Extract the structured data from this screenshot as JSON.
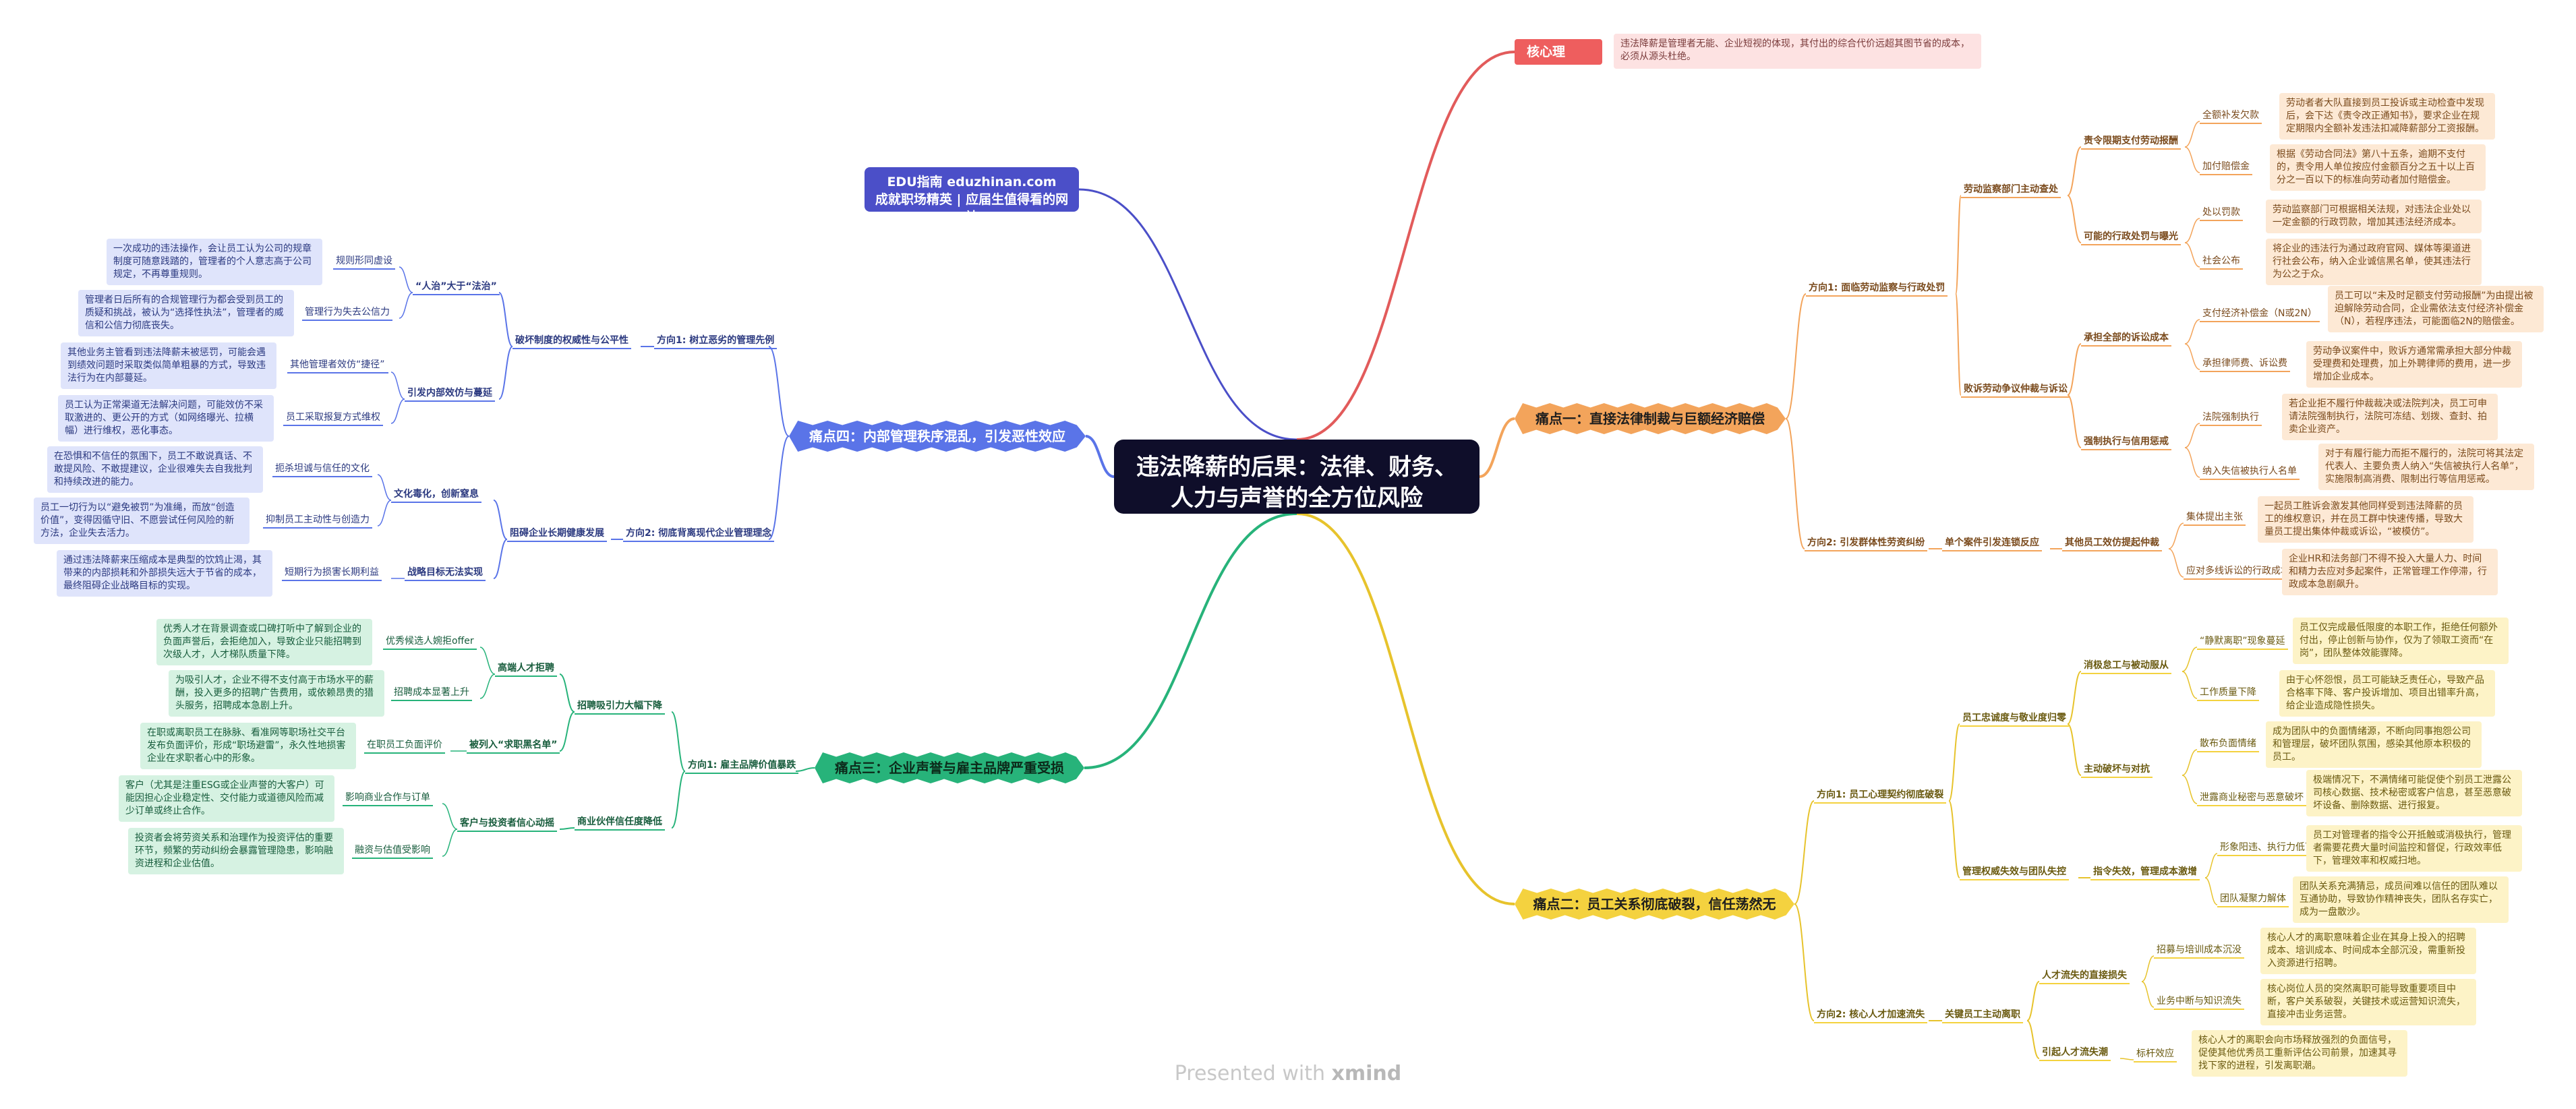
{
  "central": {
    "title": "违法降薪的后果：法律、财务、人力与声誉的全方位风险"
  },
  "promo": {
    "line1": "EDU指南 eduzhinan.com",
    "line2": "成就职场精英 | 应届生值得看的网站"
  },
  "core": {
    "label": "核心理念：",
    "text": "违法降薪是管理者无能、企业短视的体现，其付出的综合代价远超其图节省的成本，必须从源头杜绝。"
  },
  "pain1": {
    "title": "痛点一：直接法律制裁与巨额经济赔偿",
    "dir1": {
      "label": "方向1: 面临劳动监察与行政处罚",
      "sub1": {
        "label": "劳动监察部门主动查处",
        "s1": {
          "label": "责令限期支付劳动报酬",
          "items": [
            {
              "label": "全额补发欠款",
              "text": "劳动者者大队直接到员工投诉或主动检查中发现后，会下达《责令改正通知书》，要求企业在规定期限内全额补发违法扣减降薪部分工资报酬。"
            },
            {
              "label": "加付赔偿金",
              "text": "根据《劳动合同法》第八十五条，逾期不支付的，责令用人单位按应付金额百分之五十以上百分之一百以下的标准向劳动者加付赔偿金。"
            }
          ]
        },
        "s2": {
          "label": "可能的行政处罚与曝光",
          "items": [
            {
              "label": "处以罚款",
              "text": "劳动监察部门可根据相关法规，对违法企业处以一定金额的行政罚款，增加其违法经济成本。"
            },
            {
              "label": "社会公布",
              "text": "将企业的违法行为通过政府官网、媒体等渠道进行社会公布，纳入企业诚信黑名单，使其违法行为公之于众。"
            }
          ]
        }
      },
      "sub2": {
        "label": "败诉劳动争议仲裁与诉讼",
        "s1": {
          "label": "承担全部的诉讼成本",
          "items": [
            {
              "label": "支付经济补偿金（N或2N）",
              "text": "员工可以“未及时足额支付劳动报酬”为由提出被迫解除劳动合同，企业需依法支付经济补偿金（N），若程序违法，可能面临2N的赔偿金。"
            },
            {
              "label": "承担律师费、诉讼费",
              "text": "劳动争议案件中，败诉方通常需承担大部分仲裁受理费和处理费，加上外聘律师的费用，进一步增加企业成本。"
            }
          ]
        },
        "s2": {
          "label": "强制执行与信用惩戒",
          "items": [
            {
              "label": "法院强制执行",
              "text": "若企业拒不履行仲裁裁决或法院判决，员工可申请法院强制执行，法院可冻结、划拨、查封、拍卖企业资产。"
            },
            {
              "label": "纳入失信被执行人名单",
              "text": "对于有履行能力而拒不履行的，法院可将其法定代表人、主要负责人纳入“失信被执行人名单”，实施限制高消费、限制出行等信用惩戒。"
            }
          ]
        }
      }
    },
    "dir2": {
      "label": "方向2: 引发群体性劳资纠纷",
      "sub": "单个案件引发连锁反应",
      "sub2": "其他员工效仿提起仲裁",
      "items": [
        {
          "label": "集体提出主张",
          "text": "一起员工胜诉会激发其他同样受到违法降薪的员工的维权意识，并在员工群中快速传播，导致大量员工提出集体仲裁或诉讼，“被模仿”。"
        },
        {
          "label": "应对多线诉讼的行政成本",
          "text": "企业HR和法务部门不得不投入大量人力、时间和精力去应对多起案件，正常管理工作停滞，行政成本急剧飙升。"
        }
      ]
    }
  },
  "pain2": {
    "title": "痛点二：员工关系彻底破裂，信任荡然无存",
    "dir1": {
      "label": "方向1: 员工心理契约彻底破裂",
      "sub1": {
        "label": "员工忠诚度与敬业度归零",
        "s1": {
          "label": "消极怠工与被动服从",
          "items": [
            {
              "label": "“静默离职”现象蔓延",
              "text": "员工仅完成最低限度的本职工作，拒绝任何额外付出，停止创新与协作，仅为了领取工资而“在岗”，团队整体效能骤降。"
            },
            {
              "label": "工作质量下降",
              "text": "由于心怀怨恨，员工可能缺乏责任心，导致产品合格率下降、客户投诉增加、项目出错率升高，给企业造成隐性损失。"
            }
          ]
        },
        "s2": {
          "label": "主动破坏与对抗",
          "items": [
            {
              "label": "散布负面情绪",
              "text": "成为团队中的负面情绪源，不断向同事抱怨公司和管理层，破坏团队氛围，感染其他原本积极的员工。"
            },
            {
              "label": "泄露商业秘密与恶意破坏",
              "text": "极端情况下，不满情绪可能促使个别员工泄露公司核心数据、技术秘密或客户信息，甚至恶意破坏设备、删除数据、进行报复。"
            }
          ]
        }
      },
      "sub2": {
        "label": "管理权威失效与团队失控",
        "s": {
          "label": "指令失效，管理成本激增",
          "items": [
            {
              "label": "形象阳违、执行力低下",
              "text": "员工对管理者的指令公开抵触或消极执行，管理者需要花费大量时间监控和督促，行政效率低下，管理效率和权威扫地。"
            },
            {
              "label": "团队凝聚力解体",
              "text": "团队关系充满猜忌，成员间难以信任的团队难以互通协助，导致协作精神丧失，团队名存实亡，成为一盘散沙。"
            }
          ]
        }
      }
    },
    "dir2": {
      "label": "方向2: 核心人才加速流失",
      "sub": "关键员工主动离职",
      "s1": {
        "label": "人才流失的直接损失",
        "items": [
          {
            "label": "招募与培训成本沉没",
            "text": "核心人才的离职意味着企业在其身上投入的招聘成本、培训成本、时间成本全部沉没，需重新投入资源进行招聘。"
          },
          {
            "label": "业务中断与知识流失",
            "text": "核心岗位人员的突然离职可能导致重要项目中断，客户关系破裂，关键技术或运营知识流失，直接冲击业务运营。"
          }
        ]
      },
      "s2": {
        "label": "引起人才流失潮",
        "items": [
          {
            "label": "标杆效应",
            "text": "核心人才的离职会向市场释放强烈的负面信号，促使其他优秀员工重新评估公司前景，加速其寻找下家的进程，引发离职潮。"
          }
        ]
      }
    }
  },
  "pain3": {
    "title": "痛点三：企业声誉与雇主品牌严重受损",
    "dir": "方向1: 雇主品牌价值暴跌",
    "sub1": {
      "label": "招聘吸引力大幅下降",
      "s1": {
        "label": "高端人才拒聘",
        "items": [
          {
            "label": "优秀候选人婉拒offer",
            "text": "优秀人才在背景调查或口碑打听中了解到企业的负面声誉后，会拒绝加入，导致企业只能招聘到次级人才，人才梯队质量下降。"
          },
          {
            "label": "招聘成本显著上升",
            "text": "为吸引人才，企业不得不支付高于市场水平的薪酬，投入更多的招聘广告费用，或依赖昂贵的猎头服务，招聘成本急剧上升。"
          }
        ]
      },
      "s2": {
        "label": "被列入“求职黑名单”",
        "items": [
          {
            "label": "在职员工负面评价",
            "text": "在职或离职员工在脉脉、看准网等职场社交平台发布负面评价，形成“职场避雷”，永久性地损害企业在求职者心中的形象。"
          }
        ]
      }
    },
    "sub2": {
      "label": "商业伙伴信任度降低",
      "s": {
        "label": "客户与投资者信心动摇",
        "items": [
          {
            "label": "影响商业合作与订单",
            "text": "客户（尤其是注重ESG或企业声誉的大客户）可能因担心企业稳定性、交付能力或道德风险而减少订单或终止合作。"
          },
          {
            "label": "融资与估值受影响",
            "text": "投资者会将劳资关系和治理作为投资评估的重要环节，频繁的劳动纠纷会暴露管理隐患，影响融资进程和企业估值。"
          }
        ]
      }
    }
  },
  "pain4": {
    "title": "痛点四：内部管理秩序混乱，引发恶性效应",
    "dir1": {
      "label": "方向1: 树立恶劣的管理先例",
      "sub": "破坏制度的权威性与公平性",
      "s1": {
        "label": "“人治”大于“法治”",
        "items": [
          {
            "label": "规则形同虚设",
            "text": "一次成功的违法操作，会让员工认为公司的规章制度可随意践踏的，管理者的个人意志高于公司规定，不再尊重规则。"
          },
          {
            "label": "管理行为失去公信力",
            "text": "管理者日后所有的合规管理行为都会受到员工的质疑和挑战，被认为“选择性执法”，管理者的威信和公信力彻底丧失。"
          }
        ]
      },
      "s2": {
        "label": "引发内部效仿与蔓延",
        "items": [
          {
            "label": "其他管理者效仿“捷径”",
            "text": "其他业务主管看到违法降薪未被惩罚，可能会遇到绩效问题时采取类似简单粗暴的方式，导致违法行为在内部蔓延。"
          },
          {
            "label": "员工采取报复方式维权",
            "text": "员工认为正常渠道无法解决问题，可能效仿不采取激进的、更公开的方式（如网络曝光、拉横幅）进行维权，恶化事态。"
          }
        ]
      }
    },
    "dir2": {
      "label": "方向2: 彻底背离现代企业管理理念",
      "sub": "阻碍企业长期健康发展",
      "s1": {
        "label": "文化毒化，创新窒息",
        "items": [
          {
            "label": "扼杀坦诚与信任的文化",
            "text": "在恐惧和不信任的氛围下，员工不敢说真话、不敢提风险、不敢提建议，企业很难失去自我批判和持续改进的能力。"
          },
          {
            "label": "抑制员工主动性与创造力",
            "text": "员工一切行为以“避免被罚”为准绳，而放“创造价值”，变得因循守旧、不愿尝试任何风险的新方法，企业失去活力。"
          }
        ]
      },
      "s2": {
        "label": "战略目标无法实现",
        "items": [
          {
            "label": "短期行为损害长期利益",
            "text": "通过违法降薪来压缩成本是典型的饮鸩止渴，其带来的内部损耗和外部损失远大于节省的成本，最终阻碍企业战略目标的实现。"
          }
        ]
      }
    }
  },
  "footer": {
    "prefix": "Presented with ",
    "brand": "xmind"
  }
}
